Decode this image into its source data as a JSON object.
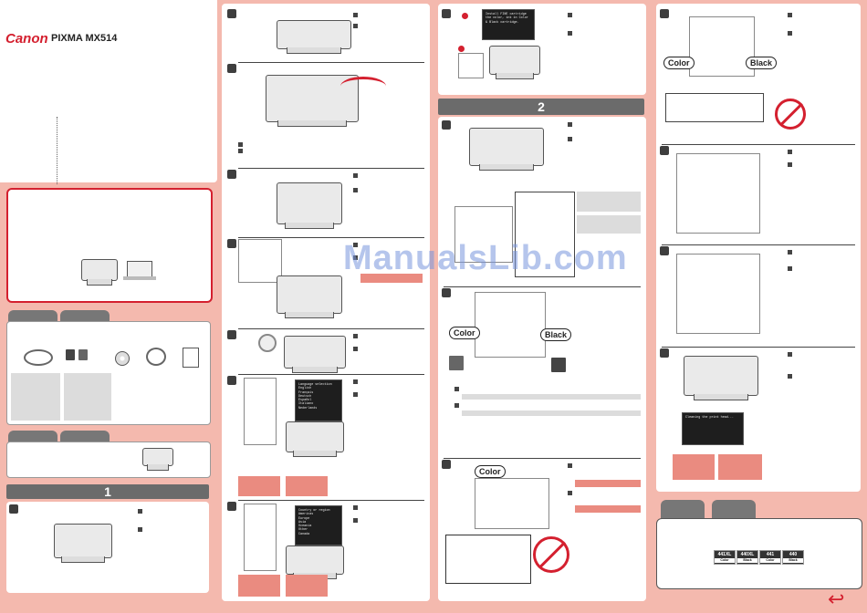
{
  "brand": "Canon",
  "model": "PIXMA MX514",
  "step1_label": "1",
  "step2_label": "2",
  "labels": {
    "color": "Color",
    "black": "Black"
  },
  "ink_codes": [
    "441XL",
    "440XL",
    "441",
    "440"
  ],
  "ink_sub": [
    "Color",
    "Black",
    "Color",
    "Black"
  ],
  "lcd_text": {
    "top": "Install FINE cartridge the color, ink in Color & Black cartridge.",
    "menu_title": "Language selection",
    "menu_items": [
      "English",
      "Français",
      "Deutsch",
      "Español",
      "Italiano",
      "Nederlands"
    ],
    "settings_title": "Country or region",
    "settings_items": [
      "Americas",
      "Europe",
      "Asia",
      "Oceania",
      "Other",
      "Canada"
    ],
    "final": "Cleaning the print head..."
  },
  "watermark": "ManualsLib.com",
  "colors": {
    "page_bg": "#f4b9ae",
    "canon_red": "#d4202f",
    "bar_gray": "#6b6b6b",
    "pink_button": "#ea8b80"
  }
}
